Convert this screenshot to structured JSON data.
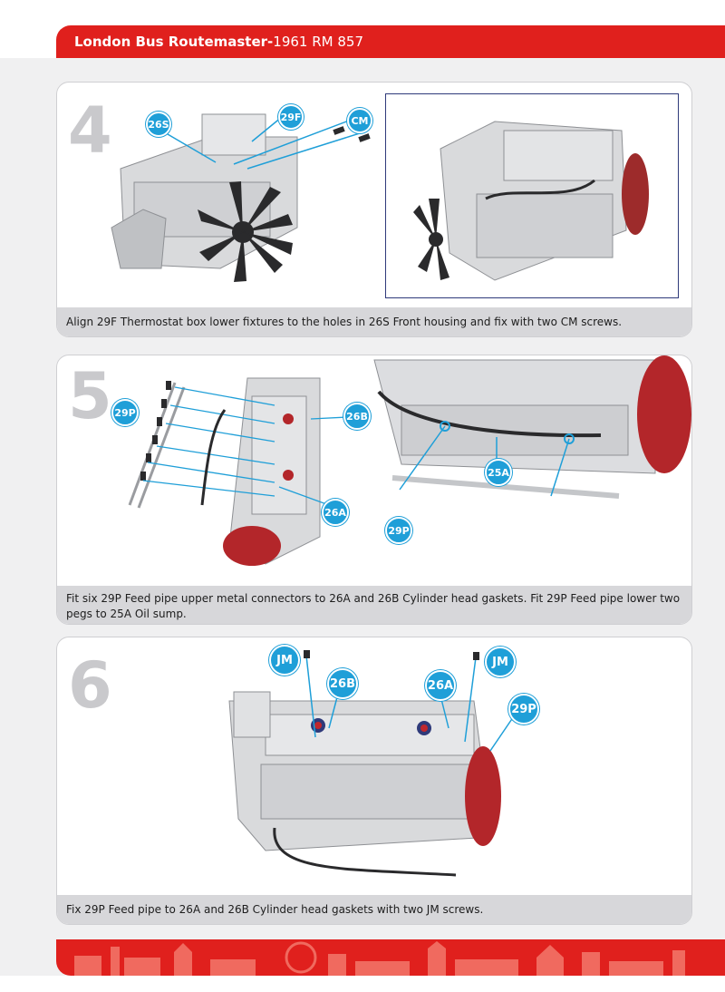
{
  "header": {
    "title_bold": "London Bus Routemaster-",
    "title_rest": "1961 RM 857"
  },
  "steps": [
    {
      "number": "4",
      "caption": "Align 29F Thermostat box lower fixtures to the holes in 26S Front housing and fix with two CM screws.",
      "labels": [
        "26S",
        "29F",
        "CM"
      ]
    },
    {
      "number": "5",
      "caption": "Fit six 29P Feed pipe upper metal connectors to 26A and 26B Cylinder head gaskets. Fit 29P Feed pipe lower two pegs to 25A Oil sump.",
      "labels": [
        "29P",
        "26B",
        "26A",
        "25A",
        "29P"
      ]
    },
    {
      "number": "6",
      "caption": "Fix 29P Feed pipe to 26A and 26B Cylinder head gaskets with two JM screws.",
      "labels": [
        "JM",
        "26B",
        "26A",
        "JM",
        "29P"
      ]
    }
  ],
  "colors": {
    "brand_red": "#e0201d",
    "callout_blue": "#1f9fd8",
    "caption_grey": "#d7d7da"
  }
}
